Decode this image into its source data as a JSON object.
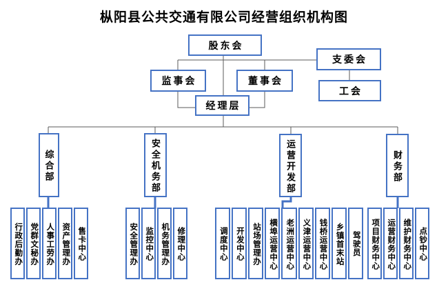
{
  "title": "枞阳县公共交通有限公司经营组织机构图",
  "colors": {
    "box_border": "#4472C4",
    "tree_line": "#595959",
    "branch_connector": "#4472C4",
    "text": "#000000",
    "background": "#FFFFFF"
  },
  "nodes": {
    "shareholders": "股东会",
    "supervisory": "监事会",
    "board": "董事会",
    "branch_committee": "支委会",
    "labor_union": "工会",
    "management": "经理层"
  },
  "departments": [
    {
      "label": "综合部",
      "offices": [
        "行政后勤办",
        "党群文秘办",
        "人事工劳办",
        "资产管理办",
        "售卡中心"
      ]
    },
    {
      "label": "安全机务部",
      "offices": [
        "安全管理办",
        "监控中心",
        "机务管理办",
        "修理中心"
      ]
    },
    {
      "label": "运营开发部",
      "offices": [
        "调度中心",
        "开发中心",
        "站场管理办",
        "横埠运营中心",
        "老洲运营中心",
        "义津运营中心",
        "钱桥运营中心",
        "乡镇首末站",
        "驾驶员"
      ]
    },
    {
      "label": "财务部",
      "offices": [
        "项目财务中心",
        "运营财务中心",
        "维护财务中心",
        "点钞中心"
      ]
    }
  ]
}
